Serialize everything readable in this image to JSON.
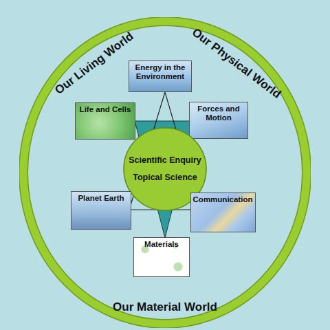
{
  "diagram": {
    "nodes": [
      {
        "text": [
          "Our Living World",
          "Our Physical World",
          "Our Material World"
        ]
      },
      {
        "text": [
          "Energy in the Environment"
        ],
        "in": 0
      },
      {
        "text": [
          "Life and Cells"
        ],
        "in": 0
      },
      {
        "text": [
          "Forces and Motion"
        ],
        "in": 0
      },
      {
        "text": [
          "Scientific Enquiry",
          "Topical Science"
        ],
        "in": 0
      },
      {
        "text": [
          "Planet Earth"
        ],
        "in": 0
      },
      {
        "text": [
          "Communication"
        ],
        "in": 0
      },
      {
        "text": [
          "Materials"
        ],
        "in": 0
      }
    ]
  }
}
